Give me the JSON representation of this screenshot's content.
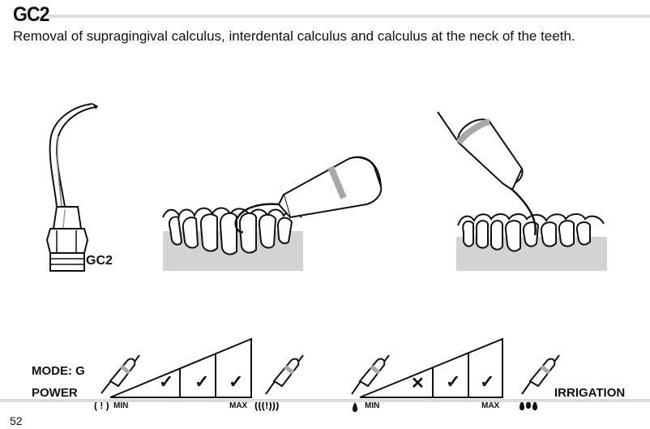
{
  "header": {
    "title": "GC2",
    "description": "Removal of supragingival calculus, interdental calculus and calculus at the neck of the teeth."
  },
  "tip_illustration": {
    "label": "GC2"
  },
  "settings": {
    "mode_label": "MODE: G",
    "power": {
      "label": "POWER",
      "min_label": "MIN",
      "max_label": "MAX",
      "levels": [
        "check",
        "check",
        "check"
      ],
      "level_glyphs": [
        "✓",
        "✓",
        "✓"
      ]
    },
    "irrigation": {
      "label": "IRRIGATION",
      "min_label": "MIN",
      "max_label": "MAX",
      "levels": [
        "cross",
        "check",
        "check"
      ],
      "level_glyphs": [
        "✕",
        "✓",
        "✓"
      ]
    }
  },
  "footer": {
    "page_number": "52"
  },
  "colors": {
    "text": "#111111",
    "rule": "#dcdcdc",
    "gum": "#d3d3d3",
    "band": "#a8a8a8"
  }
}
